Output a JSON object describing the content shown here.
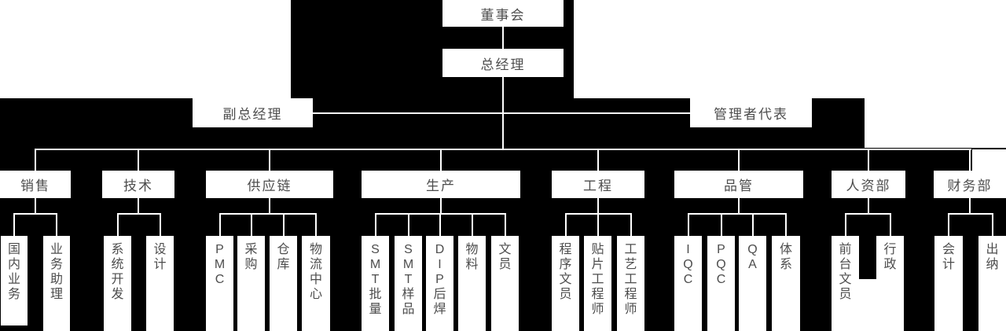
{
  "colors": {
    "canvas_background": "#000000",
    "node_background": "#ffffff",
    "node_text": "#4d4d4d",
    "connector_line": "#ffffff"
  },
  "chart": {
    "top": [
      {
        "id": "board",
        "label": "董事会"
      },
      {
        "id": "general-manager",
        "label": "总经理"
      }
    ],
    "staff": [
      {
        "id": "deputy-general-manager",
        "label": "副总经理"
      },
      {
        "id": "management-representative",
        "label": "管理者代表"
      }
    ],
    "departments": [
      {
        "id": "sales",
        "label": "销售",
        "children": [
          {
            "id": "domestic-business",
            "label": "国内业务"
          },
          {
            "id": "business-assistant",
            "label": "业务助理"
          }
        ]
      },
      {
        "id": "technology",
        "label": "技术",
        "children": [
          {
            "id": "system-dev",
            "label": "系统开发"
          },
          {
            "id": "design",
            "label": "设计"
          }
        ]
      },
      {
        "id": "supply-chain",
        "label": "供应链",
        "children": [
          {
            "id": "pmc",
            "label": "PMC"
          },
          {
            "id": "purchasing",
            "label": "采购"
          },
          {
            "id": "warehouse",
            "label": "仓库"
          },
          {
            "id": "logistics-center",
            "label": "物流中心"
          }
        ]
      },
      {
        "id": "production",
        "label": "生产",
        "children": [
          {
            "id": "smt-batch",
            "label": "SMT批量"
          },
          {
            "id": "smt-sample",
            "label": "SMT样品"
          },
          {
            "id": "dip-soldering",
            "label": "DIP后焊"
          },
          {
            "id": "materials",
            "label": "物料"
          },
          {
            "id": "clerk",
            "label": "文员"
          }
        ]
      },
      {
        "id": "engineering",
        "label": "工程",
        "children": [
          {
            "id": "program-clerk",
            "label": "程序文员"
          },
          {
            "id": "smt-engineer",
            "label": "贴片工程师"
          },
          {
            "id": "process-engineer",
            "label": "工艺工程师"
          }
        ]
      },
      {
        "id": "quality",
        "label": "品管",
        "children": [
          {
            "id": "iqc",
            "label": "IQC"
          },
          {
            "id": "pqc",
            "label": "PQC"
          },
          {
            "id": "qa",
            "label": "QA"
          },
          {
            "id": "system",
            "label": "体系"
          }
        ]
      },
      {
        "id": "hr",
        "label": "人资部",
        "children": [
          {
            "id": "receptionist",
            "label": "前台文员"
          },
          {
            "id": "admin",
            "label": "行政"
          }
        ]
      },
      {
        "id": "finance",
        "label": "财务部",
        "children": [
          {
            "id": "accounting",
            "label": "会计"
          },
          {
            "id": "cashier",
            "label": "出纳"
          }
        ]
      }
    ]
  }
}
